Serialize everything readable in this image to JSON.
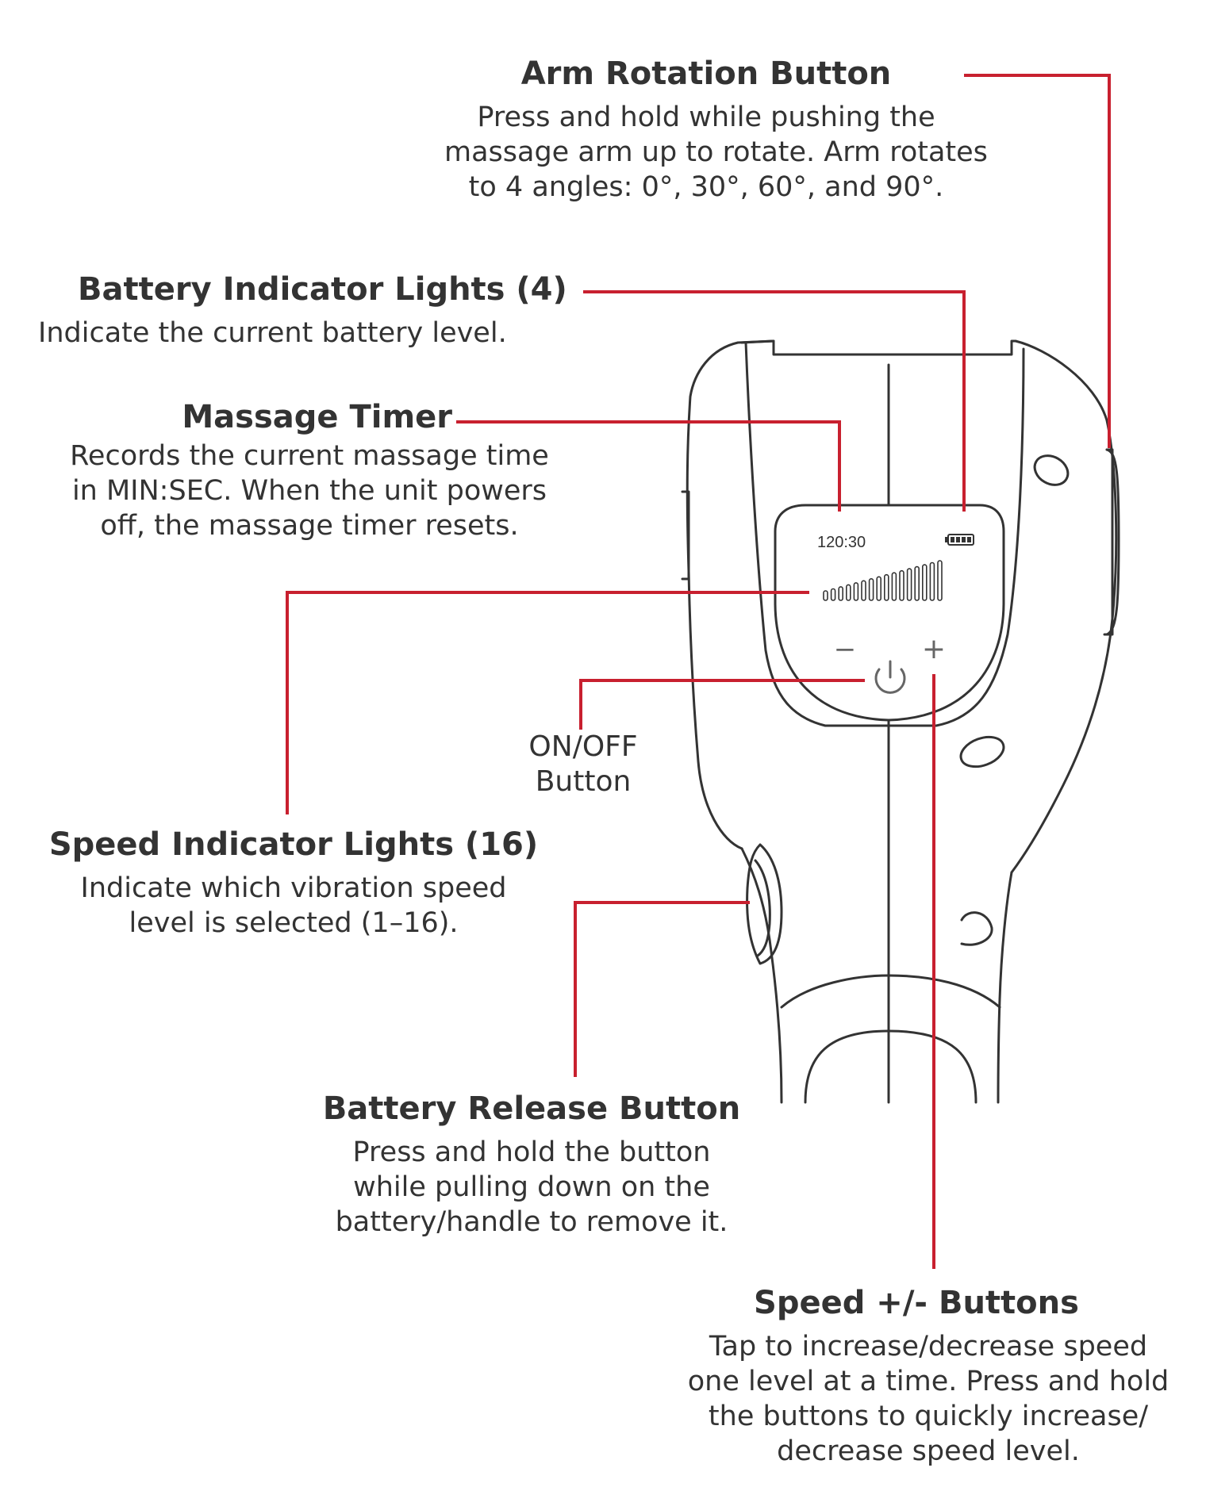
{
  "accent_color": "#c8202f",
  "device": {
    "timer_value": "120:30",
    "speed_level": 16,
    "battery_level": 4,
    "minus_symbol": "−",
    "plus_symbol": "+"
  },
  "callouts": {
    "arm_rotation": {
      "title": "Arm Rotation Button",
      "lines": [
        "Press and hold while pushing the",
        "massage arm up to rotate. Arm rotates",
        "to 4 angles: 0°, 30°, 60°, and 90°."
      ]
    },
    "battery_indicator": {
      "title": "Battery Indicator Lights (4)",
      "lines": [
        "Indicate the current battery level."
      ]
    },
    "massage_timer": {
      "title": "Massage Timer",
      "lines": [
        "Records the current massage time",
        "in MIN:SEC. When the unit powers",
        "off, the massage timer resets."
      ]
    },
    "on_off": {
      "title_lines": [
        "ON/OFF",
        "Button"
      ]
    },
    "speed_indicator": {
      "title": "Speed Indicator Lights (16)",
      "lines": [
        "Indicate which vibration speed",
        "level is selected (1–16)."
      ]
    },
    "battery_release": {
      "title": "Battery Release Button",
      "lines": [
        "Press and hold the button",
        "while pulling down on the",
        "battery/handle to remove it."
      ]
    },
    "speed_buttons": {
      "title": "Speed +/- Buttons",
      "lines": [
        "Tap to increase/decrease speed",
        "one level at a time. Press and hold",
        "the buttons to quickly increase/",
        "decrease speed level."
      ]
    }
  }
}
